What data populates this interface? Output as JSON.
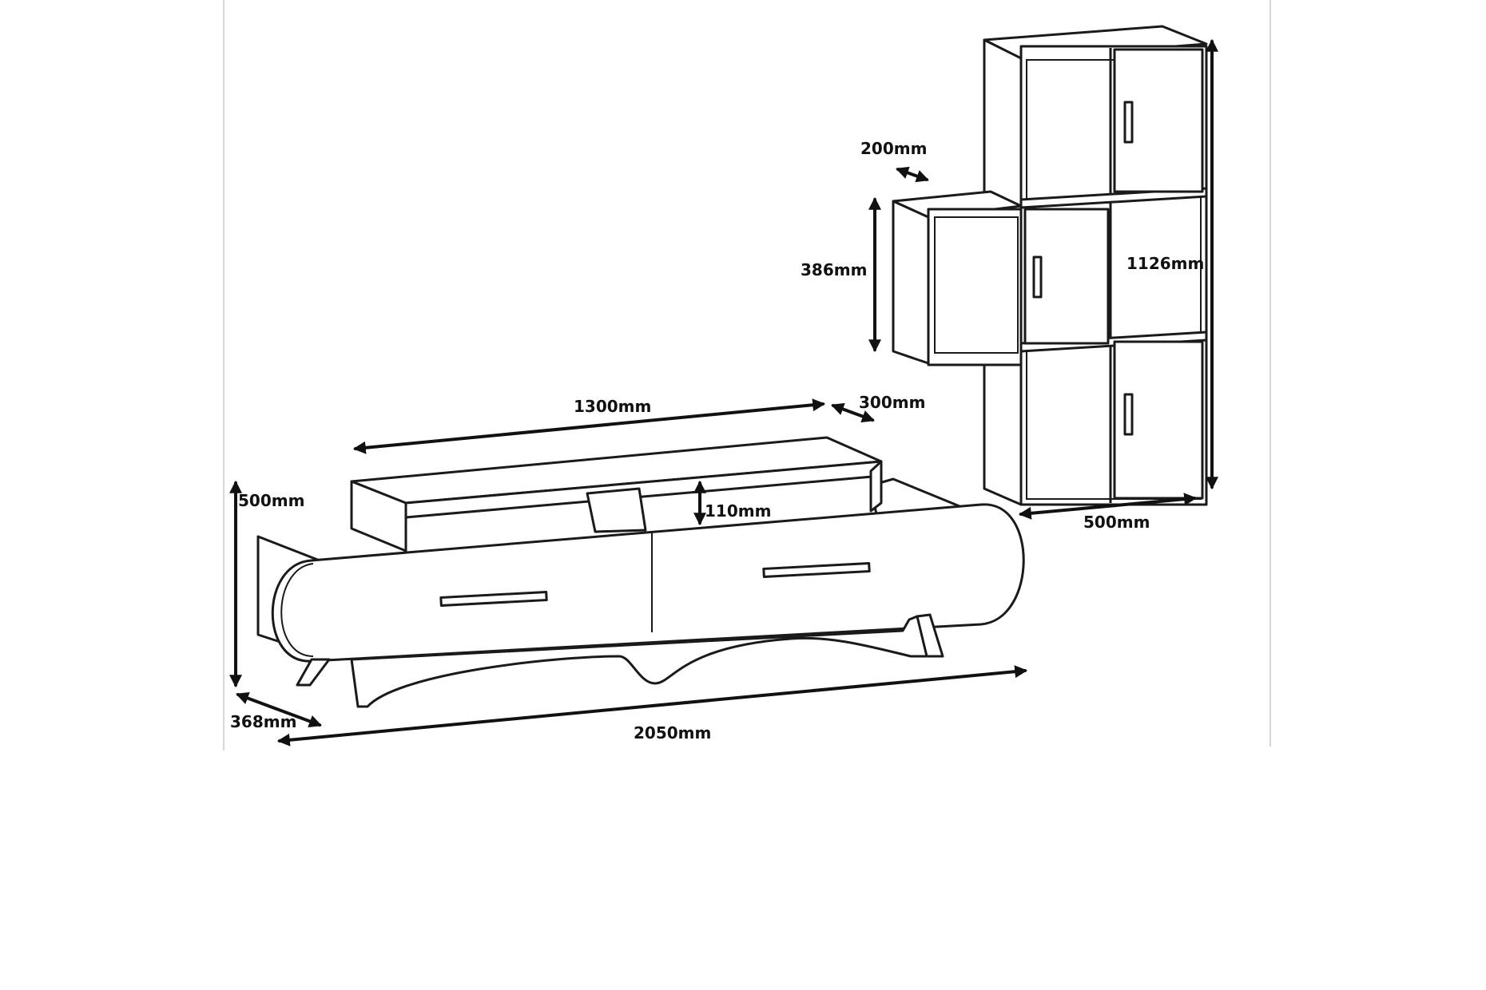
{
  "dimensions": {
    "shelf_width": "1300mm",
    "shelf_depth": "300mm",
    "shelf_gap": "110mm",
    "total_height": "500mm",
    "depth": "368mm",
    "total_width": "2050mm",
    "wall_shelf_depth": "200mm",
    "wall_shelf_height": "386mm",
    "bookcase_height": "1126mm",
    "bookcase_width": "500mm"
  },
  "colors": {
    "line": "#1a1a1a",
    "background": "#ffffff",
    "frame_border": "#c9c9c9"
  }
}
